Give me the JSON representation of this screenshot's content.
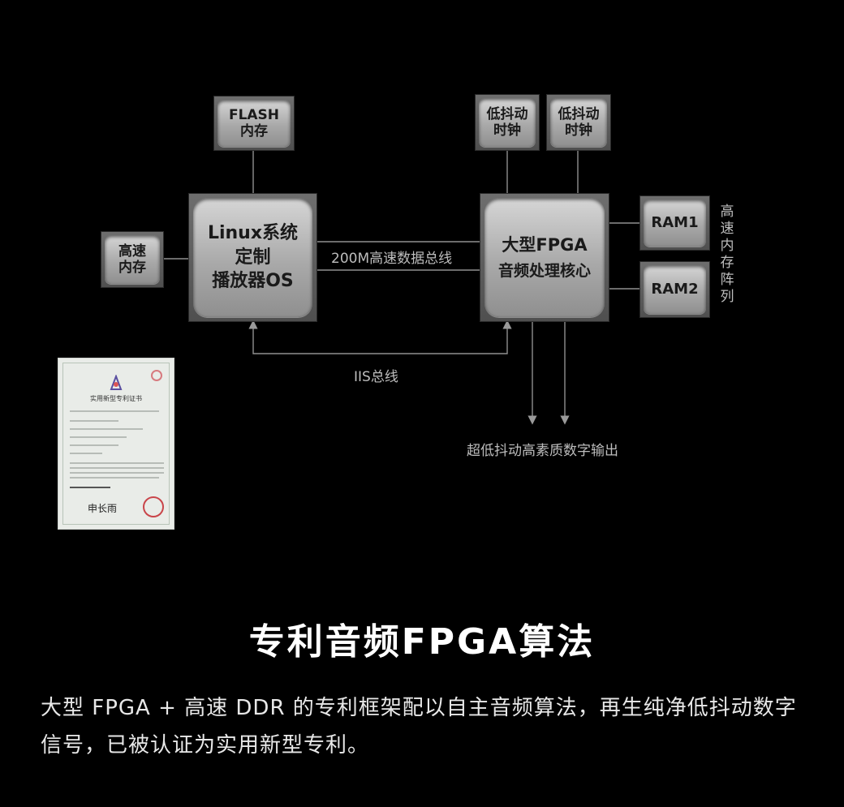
{
  "diagram": {
    "blocks": {
      "flash": [
        "FLASH",
        "内存"
      ],
      "cache": [
        "高速",
        "内存"
      ],
      "linux": [
        "Linux系统",
        "定制",
        "播放器OS"
      ],
      "clock1": [
        "低抖动",
        "时钟"
      ],
      "clock2": [
        "低抖动",
        "时钟"
      ],
      "fpga": [
        "大型FPGA",
        "音频处理核心"
      ],
      "ram1": "RAM1",
      "ram2": "RAM2"
    },
    "labels": {
      "bus": "200M高速数据总线",
      "iis": "IIS总线",
      "output": "超低抖动高素质数字输出",
      "ram_array": "高速内存阵列"
    }
  },
  "heading": "专利音频FPGA算法",
  "description": "大型 FPGA + 高速 DDR 的专利框架配以自主音频算法，再生纯净低抖动数字信号，已被认证为实用新型专利。",
  "patent_image": {
    "title": "实用新型专利证书",
    "signature": "申长雨",
    "colors": {
      "seal": "#c9454a",
      "paper": "#e9ece8"
    }
  }
}
